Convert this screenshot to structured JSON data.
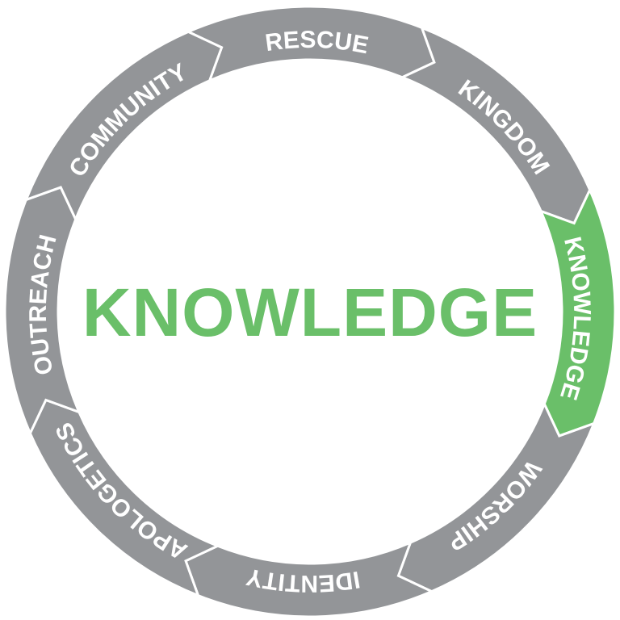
{
  "center_title": "KNOWLEDGE",
  "segments": [
    {
      "label": "RESCUE",
      "active": false
    },
    {
      "label": "KINGDOM",
      "active": false
    },
    {
      "label": "KNOWLEDGE",
      "active": true
    },
    {
      "label": "WORSHIP",
      "active": false
    },
    {
      "label": "IDENTITY",
      "active": false
    },
    {
      "label": "APOLOGETICS",
      "active": false
    },
    {
      "label": "OUTREACH",
      "active": false
    },
    {
      "label": "COMMUNITY",
      "active": false
    }
  ],
  "colors": {
    "segment_default": "#939598",
    "segment_active": "#6abf69",
    "label_text": "#ffffff",
    "center_text": "#6abf69",
    "background": "#ffffff"
  }
}
